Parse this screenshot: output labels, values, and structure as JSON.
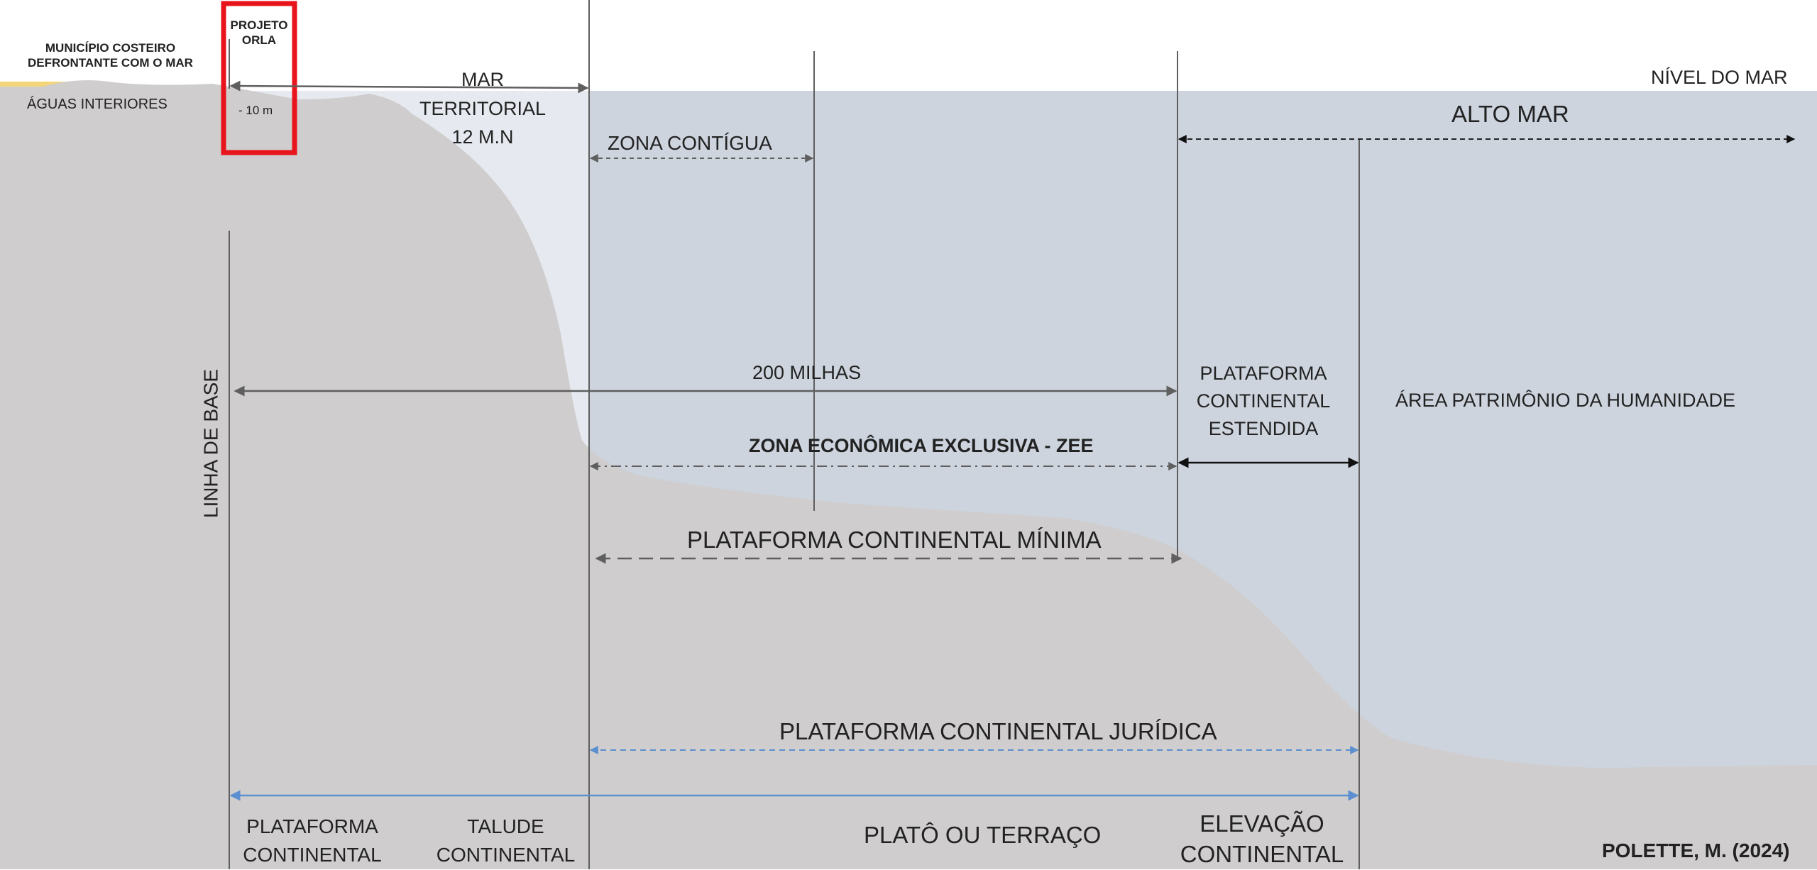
{
  "labels": {
    "municipio": "MUNICÍPIO COSTEIRO\nDEFRONTANTE COM O MAR",
    "projeto_orla": "PROJETO\nORLA",
    "aguas_interiores": "ÁGUAS INTERIORES",
    "minus_10m": "- 10 m",
    "mar_territorial": "MAR\nTERRITORIAL\n12 M.N",
    "nivel_do_mar": "NÍVEL DO MAR",
    "alto_mar": "ALTO MAR",
    "zona_contigua": "ZONA CONTÍGUA",
    "duzentas_milhas": "200 MILHAS",
    "plataforma_estendida": "PLATAFORMA\nCONTINENTAL\nESTENDIDA",
    "area_patrimonio": "ÁREA PATRIMÔNIO DA HUMANIDADE",
    "zee": "ZONA ECONÔMICA EXCLUSIVA - ZEE",
    "plataforma_minima": "PLATAFORMA CONTINENTAL MÍNIMA",
    "linha_de_base": "LINHA DE BASE",
    "plataforma_juridica": "PLATAFORMA CONTINENTAL JURÍDICA",
    "bottom_plataforma": "PLATAFORMA\nCONTINENTAL",
    "bottom_talude": "TALUDE\nCONTINENTAL",
    "bottom_plato": "PLATÔ OU TERRAÇO",
    "bottom_elevacao": "ELEVAÇÃO\nCONTINENTAL",
    "credit": "POLETTE, M. (2024)"
  },
  "colors": {
    "sea": "#cdd4de",
    "territorial_sea": "#e6eaf0",
    "seabed": "#cfcdcd",
    "sand": "#f3d67a",
    "line": "#5f5f5f",
    "blue_arrow": "#5b8fcf",
    "highlight": "#e8141b"
  }
}
